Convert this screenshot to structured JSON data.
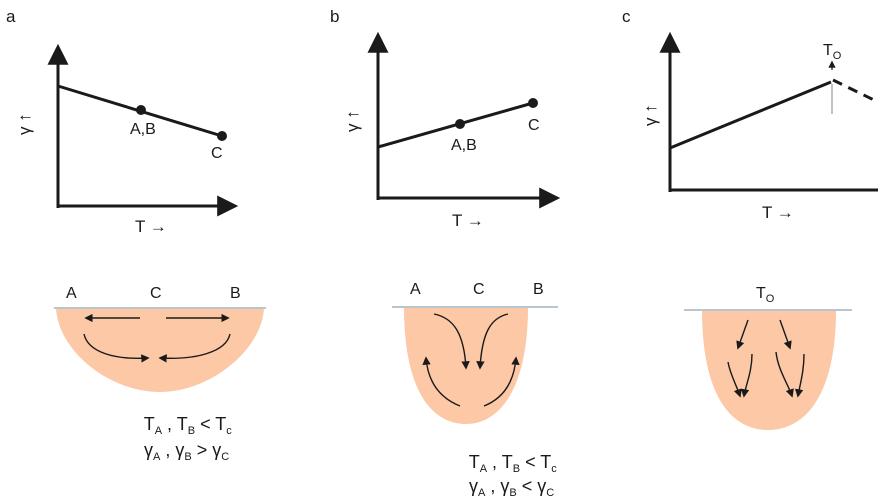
{
  "panels": [
    {
      "letter": "a",
      "y_axis": "γ ↑",
      "x_axis": "T →",
      "point_ab": "A,B",
      "point_c": "C",
      "surface": {
        "left": "A",
        "center": "C",
        "right": "B"
      },
      "eq1": {
        "t_a": "T",
        "t_a_sub": "A",
        "t_b": "T",
        "t_b_sub": "B",
        "t_c": "T",
        "t_c_sub": "c",
        "sep": " , ",
        "rel": " < "
      },
      "eq2": {
        "g_a": "γ",
        "g_a_sub": "A",
        "g_b": "γ",
        "g_b_sub": "B",
        "g_c": "γ",
        "g_c_sub": "C",
        "sep": " , ",
        "rel": " > "
      }
    },
    {
      "letter": "b",
      "y_axis": "γ ↑",
      "x_axis": "T →",
      "point_ab": "A,B",
      "point_c": "C",
      "surface": {
        "left": "A",
        "center": "C",
        "right": "B"
      },
      "eq1": {
        "t_a": "T",
        "t_a_sub": "A",
        "t_b": "T",
        "t_b_sub": "B",
        "t_c": "T",
        "t_c_sub": "c",
        "sep": " , ",
        "rel": " < "
      },
      "eq2": {
        "g_a": "γ",
        "g_a_sub": "A",
        "g_b": "γ",
        "g_b_sub": "B",
        "g_c": "γ",
        "g_c_sub": "C",
        "sep": " , ",
        "rel": " < "
      }
    },
    {
      "letter": "c",
      "y_axis": "γ ↑",
      "x_axis": "T →",
      "peak": "T",
      "peak_sub": "O",
      "surface_label": "T",
      "surface_label_sub": "O"
    }
  ],
  "colors": {
    "melt_pool": "#fcc8a6",
    "surface": "#b9c6cf",
    "ink": "#1a1a1a"
  }
}
